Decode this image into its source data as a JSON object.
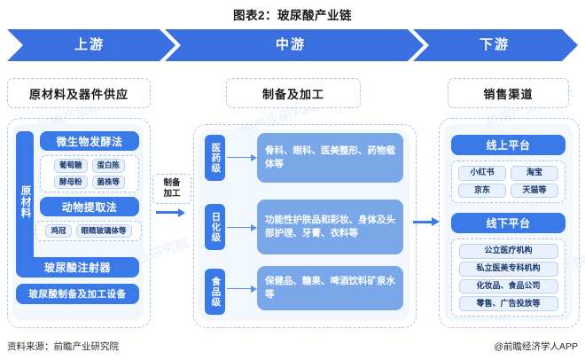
{
  "title": "图表2：玻尿酸产业链",
  "band": {
    "upstream": "上游",
    "midstream": "中游",
    "downstream": "下游",
    "color": "#3a6fe0"
  },
  "upstream": {
    "header": "原材料及器件供应",
    "vertical_label": "原材料",
    "fermentation": {
      "label": "微生物发酵法",
      "items": [
        "葡萄糖",
        "蛋白陈",
        "酵母粉",
        "菌株等"
      ]
    },
    "animal": {
      "label": "动物提取法",
      "items": [
        "鸡冠",
        "眼睛玻璃体等"
      ]
    },
    "injector": "玻尿酸注射器",
    "equipment": "玻尿酸制备及加工设备"
  },
  "connector": {
    "line1": "制备",
    "line2": "加工"
  },
  "midstream": {
    "header": "制备及加工",
    "grades": [
      {
        "label": "医药级",
        "detail": "骨科、眼科、医美整形、药物载体等"
      },
      {
        "label": "日化级",
        "detail": "功能性护肤品和彩妆、身体及头部护理、牙膏、衣料等"
      },
      {
        "label": "食品级",
        "detail": "保健品、糖果、啤酒饮料矿泉水等"
      }
    ]
  },
  "downstream": {
    "header": "销售渠道",
    "online": {
      "label": "线上平台",
      "items": [
        "小红书",
        "淘宝",
        "京东",
        "天猫等"
      ]
    },
    "offline": {
      "label": "线下平台",
      "items": [
        "公立医疗机构",
        "私立医美专科机构",
        "化妆品、食品公司",
        "零售、广告投放等"
      ]
    }
  },
  "footer": {
    "source": "资料来源：前瞻产业研究院",
    "credit": "@前瞻经济学人APP"
  },
  "watermark": "前瞻产业研究院"
}
